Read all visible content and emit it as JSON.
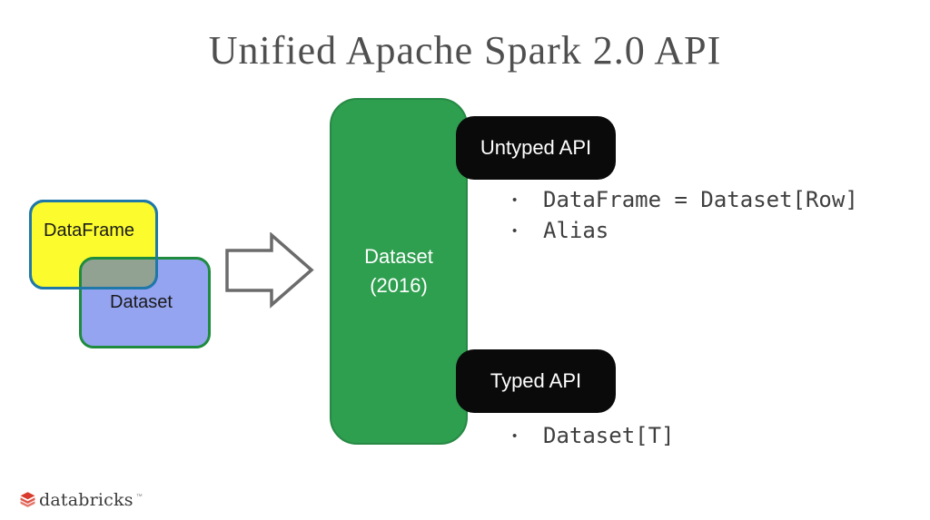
{
  "slide": {
    "title": "Unified Apache Spark 2.0 API"
  },
  "venn": {
    "dataframe_label": "DataFrame",
    "dataset_label": "Dataset"
  },
  "center_box": {
    "line1": "Dataset",
    "line2": "(2016)"
  },
  "untyped_api": {
    "badge_label": "Untyped API",
    "bullets": [
      "DataFrame = Dataset[Row]",
      "Alias"
    ]
  },
  "typed_api": {
    "badge_label": "Typed API",
    "bullets": [
      "Dataset[T]"
    ]
  },
  "footer": {
    "brand": "databricks",
    "trademark": "™"
  },
  "icons": {
    "arrow": "right-block-arrow-icon",
    "logo": "databricks-stacked-bricks-icon"
  },
  "colors": {
    "title_gray": "#4F4F4F",
    "yellow_fill": "#FBFB2E",
    "yellow_border": "#2078A8",
    "blue_fill": "rgba(60,90,230,0.55)",
    "blue_border": "#1E8B3E",
    "green_fill": "#2E9E4F",
    "green_border": "#278944",
    "badge_black": "#0A0A0A",
    "arrow_gray": "#6B6B6B",
    "code_gray": "#3F3F3F",
    "brand_red": "#D93A2B",
    "brand_text": "#3A3A3A"
  }
}
